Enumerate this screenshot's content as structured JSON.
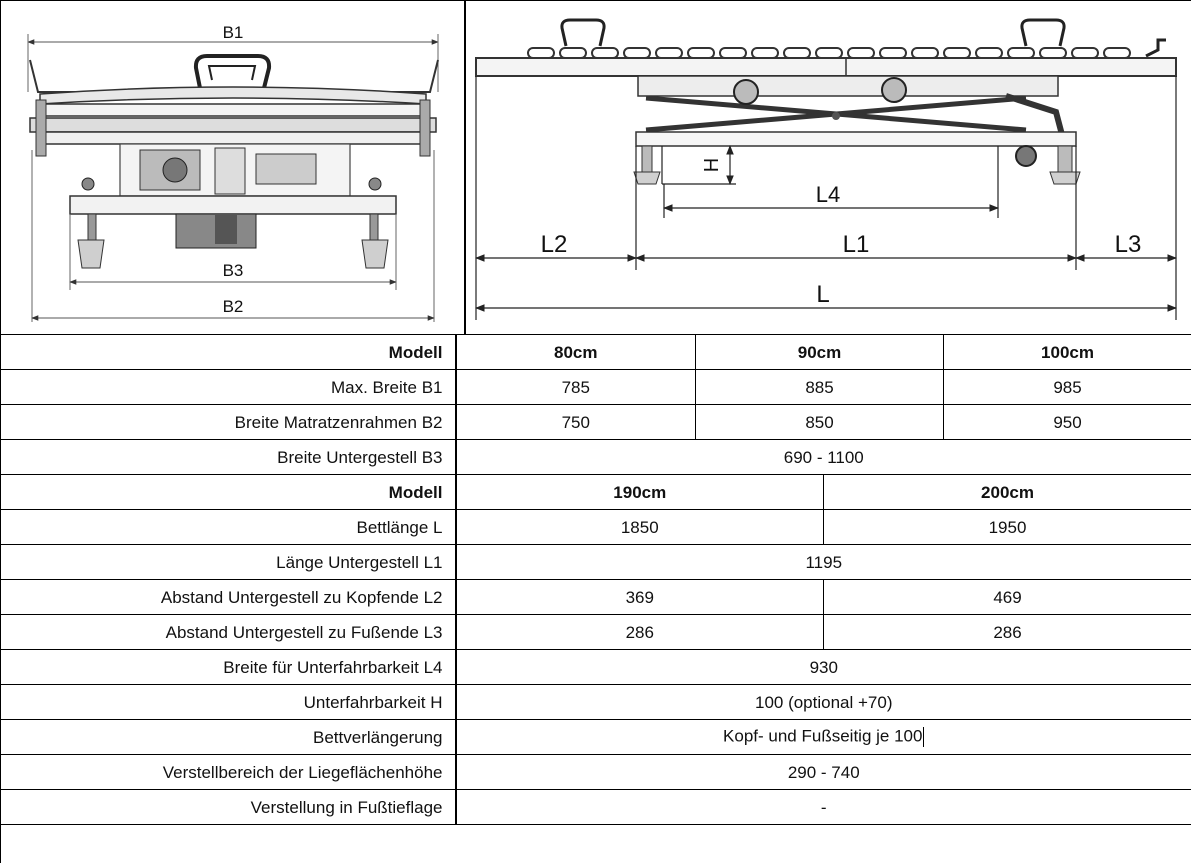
{
  "front_view": {
    "labels": {
      "b1": "B1",
      "b2": "B2",
      "b3": "B3"
    }
  },
  "side_view": {
    "labels": {
      "h": "H",
      "l4": "L4",
      "l2": "L2",
      "l1": "L1",
      "l3": "L3",
      "l": "L"
    }
  },
  "table": {
    "model_width": {
      "label": "Modell",
      "values": [
        "80cm",
        "90cm",
        "100cm"
      ]
    },
    "max_width_b1": {
      "label": "Max. Breite B1",
      "values": [
        "785",
        "885",
        "985"
      ]
    },
    "frame_width_b2": {
      "label": "Breite Matratzenrahmen B2",
      "values": [
        "750",
        "850",
        "950"
      ]
    },
    "base_width_b3": {
      "label": "Breite Untergestell B3",
      "value": "690 - 1100"
    },
    "model_length": {
      "label": "Modell",
      "values": [
        "190cm",
        "200cm"
      ]
    },
    "bed_length_l": {
      "label": "Bettlänge L",
      "values": [
        "1850",
        "1950"
      ]
    },
    "base_length_l1": {
      "label": "Länge Untergestell L1",
      "value": "1195"
    },
    "dist_head_l2": {
      "label": "Abstand Untergestell zu Kopfende L2",
      "values": [
        "369",
        "469"
      ]
    },
    "dist_foot_l3": {
      "label": "Abstand Untergestell zu Fußende L3",
      "values": [
        "286",
        "286"
      ]
    },
    "underride_width_l4": {
      "label": "Breite für Unterfahrbarkeit L4",
      "value": "930"
    },
    "underride_h": {
      "label": "Unterfahrbarkeit H",
      "value": "100 (optional +70)"
    },
    "extension": {
      "label": "Bettverlängerung",
      "value": "Kopf- und Fußseitig je 100"
    },
    "height_range": {
      "label": "Verstellbereich der Liegeflächenhöhe",
      "value": "290 - 740"
    },
    "foot_low": {
      "label": "Verstellung in Fußtieflage",
      "value": "-"
    }
  }
}
